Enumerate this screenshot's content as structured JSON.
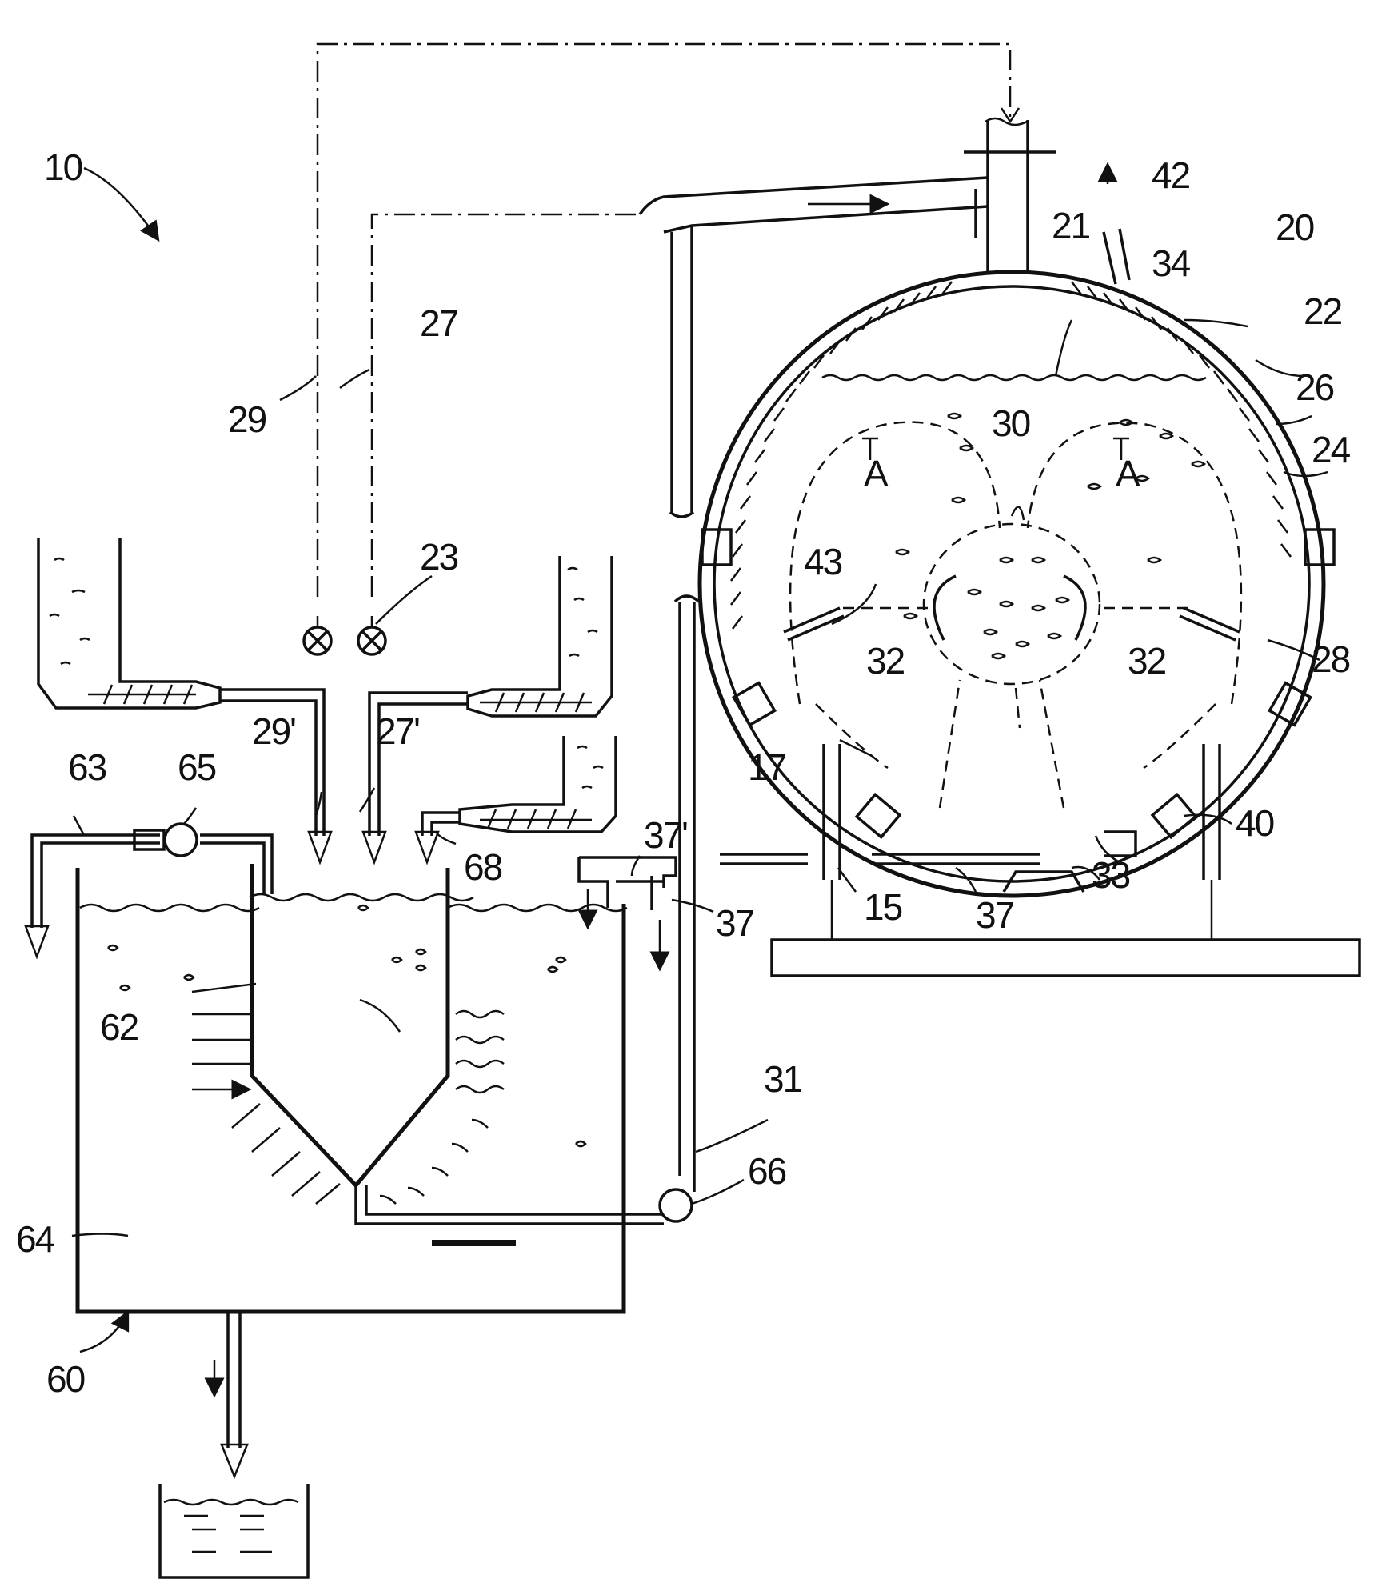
{
  "labels": {
    "l10": "10",
    "l20": "20",
    "l21": "21",
    "l22": "22",
    "l23": "23",
    "l24": "24",
    "l26": "26",
    "l27": "27",
    "l27p": "27'",
    "l28": "28",
    "l29": "29",
    "l29p": "29'",
    "l30": "30",
    "l31": "31",
    "l32a": "32",
    "l32b": "32",
    "l33": "33",
    "l34": "34",
    "l37a": "37",
    "l37b": "37",
    "l37p": "37'",
    "l40": "40",
    "l42": "42",
    "l43": "43",
    "l15": "15",
    "l17": "17",
    "l60": "60",
    "l62": "62",
    "l63": "63",
    "l64": "64",
    "l65": "65",
    "l66": "66",
    "l68": "68",
    "lA1": "A",
    "lA2": "A"
  }
}
